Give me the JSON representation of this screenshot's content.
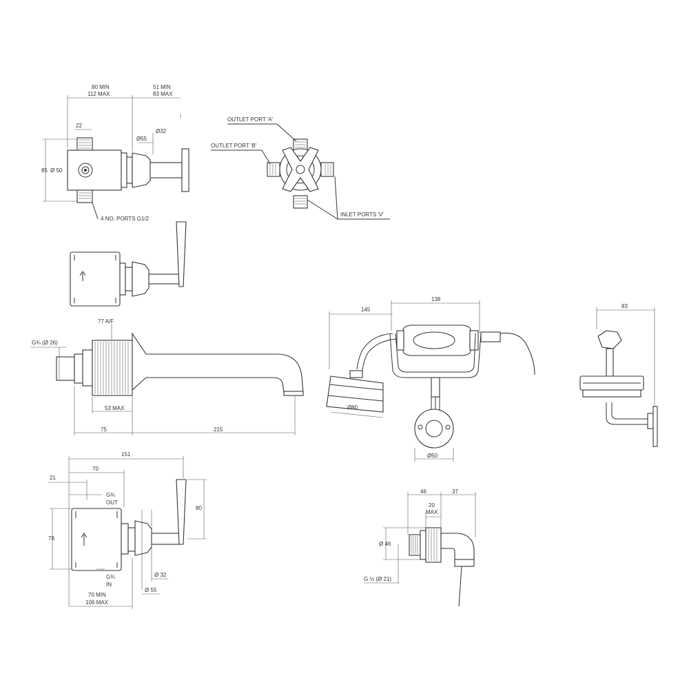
{
  "colors": {
    "line": "#333333",
    "background": "#ffffff"
  },
  "top_left": {
    "dim_width_a": "80 MIN",
    "dim_width_b": "112 MAX",
    "dim_depth_a": "51 MIN",
    "dim_depth_b": "83 MAX",
    "dim_port_width": "22",
    "dim_height": "85",
    "dia_inner": "Ø 50",
    "dia_plate": "Ø55",
    "dia_stem": "Ø32",
    "ports_note": "4 NO. PORTS G1/2"
  },
  "top_right": {
    "outlet_a": "OUTLET PORT 'A'",
    "outlet_b": "OUTLET PORT 'B'",
    "inlet_v": "INLET PORTS 'V'"
  },
  "spout": {
    "thread": "G¾ (Ø 26)",
    "af": "77 A/F",
    "max_depth": "53 MAX",
    "dim_wall": "75",
    "dim_projection": "215"
  },
  "handshower": {
    "dim_reach": "145",
    "dim_handle": "138",
    "dia_head": "Ø80",
    "dia_rose": "Ø50"
  },
  "side": {
    "dim_depth": "83"
  },
  "bottom_left": {
    "dim_total": "151",
    "dim_70": "70",
    "dim_21": "21",
    "out_thread": "G¾",
    "out_label": "OUT",
    "in_thread": "G¾",
    "in_label": "IN",
    "dim_78": "78",
    "dim_80": "80",
    "dia_32": "Ø 32",
    "dia_55": "Ø 55",
    "dim_min": "70 MIN",
    "dim_max": "106 MAX"
  },
  "elbow": {
    "dim_46": "46",
    "dim_37": "37",
    "dim_20": "20",
    "dim_max": "MAX",
    "dia_46": "Ø 46",
    "thread": "G ½ (Ø 21)"
  }
}
